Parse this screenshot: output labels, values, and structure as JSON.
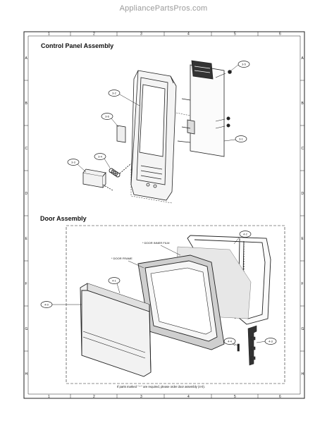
{
  "watermark": "AppliancePartsPros.com",
  "grid": {
    "columns": [
      "1",
      "2",
      "3",
      "4",
      "5",
      "6"
    ],
    "rows": [
      "A",
      "B",
      "C",
      "D",
      "E",
      "F",
      "G",
      "H"
    ]
  },
  "sections": {
    "control_panel": {
      "title": "Control Panel Assembly"
    },
    "door": {
      "title": "Door Assembly"
    }
  },
  "callouts": {
    "c3_5": "3-5",
    "c3_2": "3-2",
    "c3_6": "3-6",
    "c3_1": "3-1",
    "c3_4": "3-4",
    "c3_3": "3-3",
    "c4_2": "4-2",
    "c4_1": "4-1",
    "c4_0": "4-0",
    "c4_4": "4-4",
    "c4_3": "4-3"
  },
  "labels": {
    "door_inner_film": "* DOOR INNER FILM",
    "door_frame": "* DOOR FRAME"
  },
  "footnote": "If parts marked \" * \" are required, please order door assembly (4-0)."
}
